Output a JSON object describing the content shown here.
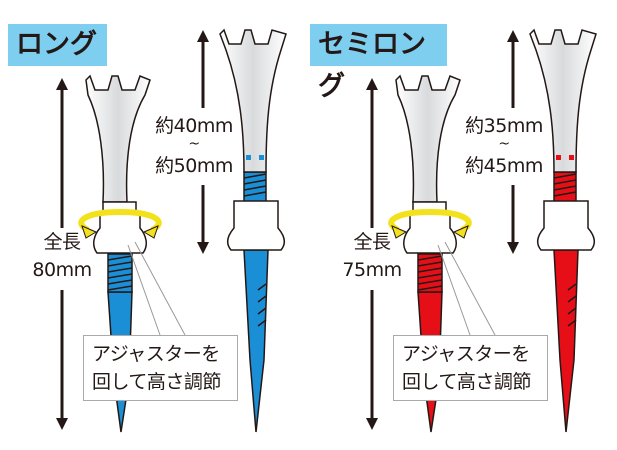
{
  "panels": [
    {
      "title": "ロング",
      "total_length_label": "全長",
      "total_length_value": "80mm",
      "range_min": "約40mm",
      "range_sep": "~",
      "range_max": "約50mm",
      "callout_line1": "アジャスターを",
      "callout_line2": "回して高さ調節",
      "color": "#1a8fd6"
    },
    {
      "title": "セミロング",
      "total_length_label": "全長",
      "total_length_value": "75mm",
      "range_min": "約35mm",
      "range_sep": "~",
      "range_max": "約45mm",
      "callout_line1": "アジャスターを",
      "callout_line2": "回して高さ調節",
      "color": "#e60f18"
    }
  ],
  "colors": {
    "title_bg": "#7ecef0",
    "ring": "#f3e21b",
    "outline": "#231815"
  }
}
